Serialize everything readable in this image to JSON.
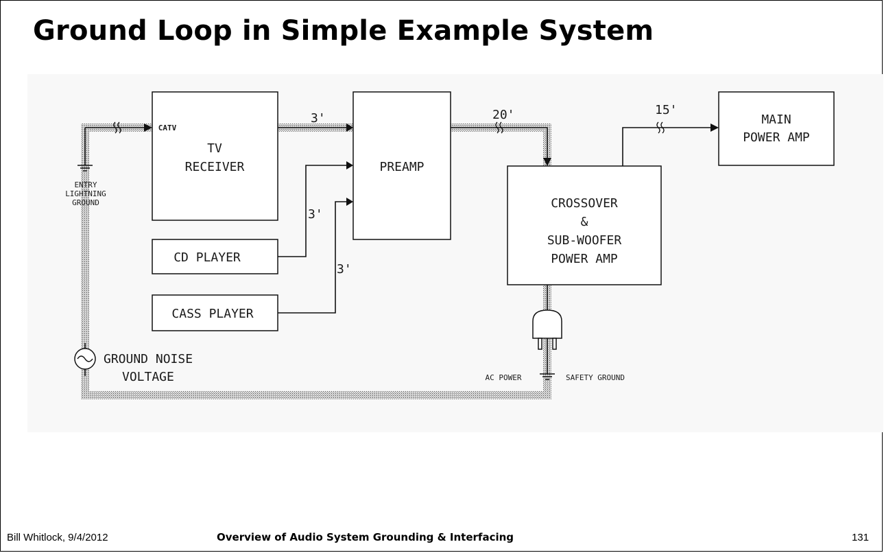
{
  "slide": {
    "title": "Ground Loop in Simple Example System",
    "footer_left": "Bill Whitlock, 9/4/2012",
    "footer_center": "Overview of Audio System Grounding & Interfacing",
    "page_number": "131"
  },
  "diagram": {
    "blocks": {
      "tv_receiver": [
        "TV",
        "RECEIVER"
      ],
      "preamp": "PREAMP",
      "cd_player": "CD PLAYER",
      "cass_player": "CASS PLAYER",
      "crossover": [
        "CROSSOVER",
        "&",
        "SUB-WOOFER",
        "POWER AMP"
      ],
      "main_amp": [
        "MAIN",
        "POWER AMP"
      ]
    },
    "labels": {
      "catv": "CATV",
      "entry_ground": [
        "ENTRY",
        "LIGHTNING",
        "GROUND"
      ],
      "ground_noise": [
        "GROUND NOISE",
        "VOLTAGE"
      ],
      "ac_power": "AC POWER",
      "safety_ground": "SAFETY GROUND"
    },
    "cable_lengths": {
      "tv_preamp": "3'",
      "preamp_crossover": "20'",
      "crossover_main": "15'",
      "cd_preamp": "3'",
      "cass_preamp": "3'"
    }
  }
}
